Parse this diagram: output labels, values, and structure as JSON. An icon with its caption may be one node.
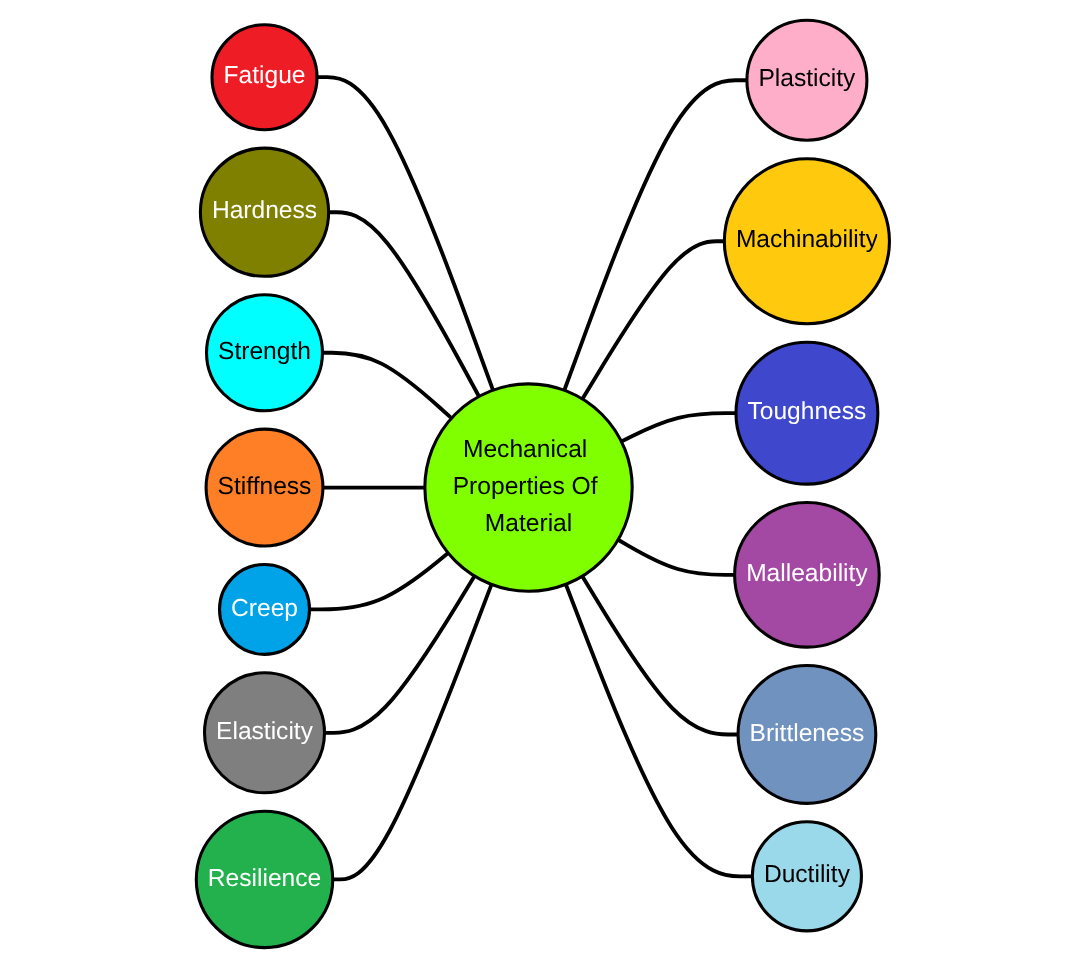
{
  "diagram": {
    "nodes": [
      {
        "text": [
          "Fatigue"
        ]
      },
      {
        "text": [
          "Hardness"
        ]
      },
      {
        "text": [
          "Strength"
        ]
      },
      {
        "text": [
          "Stiffness"
        ]
      },
      {
        "text": [
          "Creep"
        ]
      },
      {
        "text": [
          "Elasticity"
        ]
      },
      {
        "text": [
          "Mechanical Properties Of Material"
        ]
      },
      {
        "text": [
          "Resilience"
        ]
      },
      {
        "text": [
          "Plasticity"
        ]
      },
      {
        "text": [
          "Machinability"
        ]
      },
      {
        "text": [
          "Toughness"
        ]
      },
      {
        "text": [
          "Malleability"
        ]
      },
      {
        "text": [
          "Brittleness"
        ]
      },
      {
        "text": [
          "Ductility"
        ]
      }
    ],
    "edges": [
      {
        "from": 0,
        "to": 6,
        "arrow": "none"
      },
      {
        "from": 1,
        "to": 6,
        "arrow": "none"
      },
      {
        "from": 2,
        "to": 6,
        "arrow": "none"
      },
      {
        "from": 3,
        "to": 6,
        "arrow": "none"
      },
      {
        "from": 4,
        "to": 6,
        "arrow": "none"
      },
      {
        "from": 5,
        "to": 6,
        "arrow": "none"
      },
      {
        "from": 7,
        "to": 6,
        "arrow": "none"
      },
      {
        "from": 6,
        "to": 8,
        "arrow": "none"
      },
      {
        "from": 6,
        "to": 9,
        "arrow": "none"
      },
      {
        "from": 6,
        "to": 10,
        "arrow": "none"
      },
      {
        "from": 6,
        "to": 11,
        "arrow": "none"
      },
      {
        "from": 6,
        "to": 12,
        "arrow": "none"
      },
      {
        "from": 6,
        "to": 13,
        "arrow": "none"
      }
    ]
  }
}
